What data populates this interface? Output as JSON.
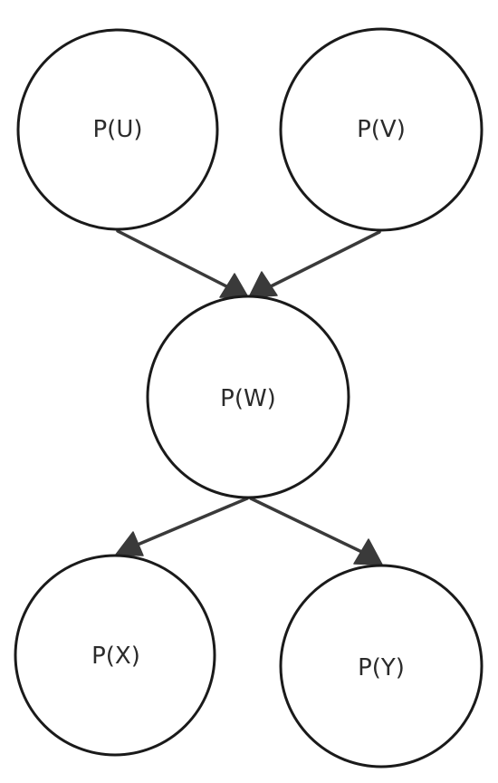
{
  "nodes": {
    "u": {
      "label": "P(U)"
    },
    "v": {
      "label": "P(V)"
    },
    "w": {
      "label": "P(W)"
    },
    "x": {
      "label": "P(X)"
    },
    "y": {
      "label": "P(Y)"
    }
  },
  "edges": [
    {
      "from": "P(U)",
      "to": "P(W)"
    },
    {
      "from": "P(V)",
      "to": "P(W)"
    },
    {
      "from": "P(W)",
      "to": "P(X)"
    },
    {
      "from": "P(W)",
      "to": "P(Y)"
    }
  ],
  "colors": {
    "stroke": "#1a1a1a",
    "edge": "#3a3a3a",
    "text": "#2b2b2b",
    "background": "#ffffff"
  }
}
